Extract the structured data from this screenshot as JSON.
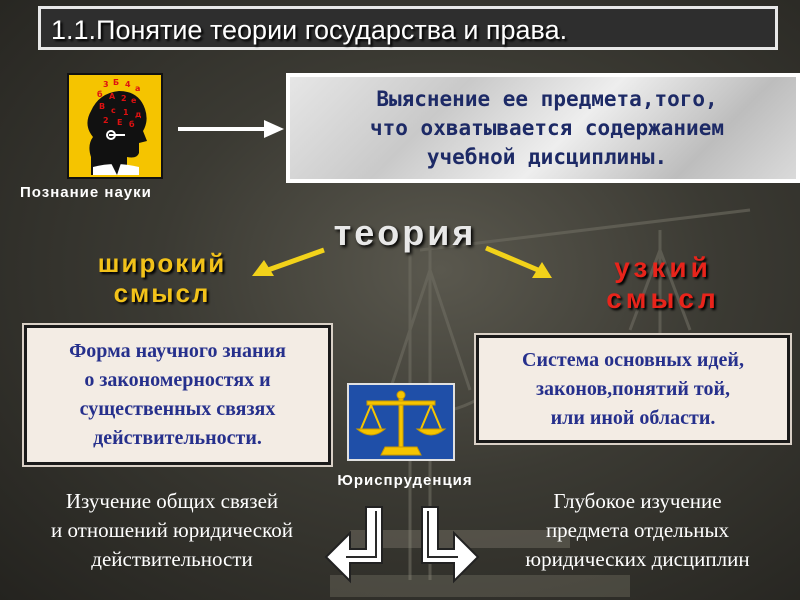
{
  "title": "1.1.Понятие теории государства и права.",
  "head_caption": "Познание науки",
  "top_box": "Выяснение ее предмета,того,\nчто охватывается содержанием\nучебной дисциплины.",
  "center_word": "теория",
  "broad_label": "широкий\nсмысл",
  "narrow_label": "узкий\nсмысл",
  "broad_definition": "Форма научного знания\nо закономерностях и\nсущественных связях\nдействительности.",
  "narrow_definition": "Система основных идей,\nзаконов,понятий той,\nили иной области.",
  "scales_caption": "Юриспруденция",
  "bottom_left": "Изучение общих связей\nи отношений юридической\nдействительности",
  "bottom_right": "Глубокое изучение\nпредмета отдельных\nюридических дисциплин",
  "colors": {
    "icon_yellow": "#f5c400",
    "icon_blue": "#1f4fa8",
    "broad_label": "#f2c21a",
    "narrow_label": "#e8241b",
    "definition_text": "#26308c",
    "top_box_text": "#1d2a66"
  }
}
